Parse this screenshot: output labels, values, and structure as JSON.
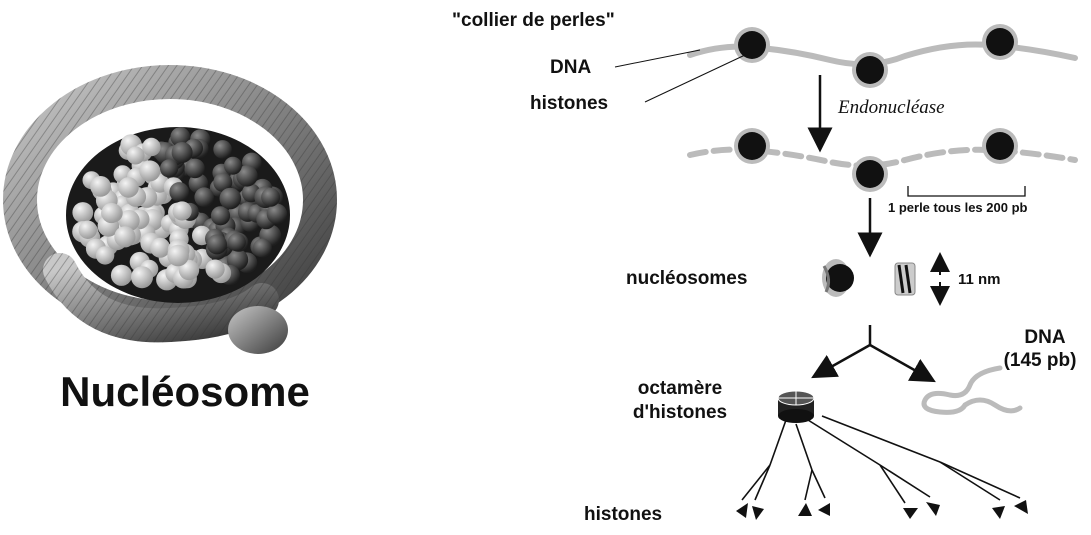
{
  "model_title": "Nucléosome",
  "labels": {
    "collier": "\"collier de perles\"",
    "dna": "DNA",
    "histones_top": "histones",
    "endonuclease": "Endonucléase",
    "spacing": "1 perle tous les 200 pb",
    "nucleosomes": "nucléosomes",
    "size": "11 nm",
    "dna_fragment_1": "DNA",
    "dna_fragment_2": "(145 pb)",
    "octamer_1": "octamère",
    "octamer_2": "d'histones",
    "histones_bottom": "histones"
  },
  "colors": {
    "dna_strand": "#b9b9b9",
    "bead": "#111111",
    "ink": "#111111",
    "tube": "#8a8a8a",
    "light_histone": "#d6d6d6",
    "dark_histone": "#444444"
  }
}
